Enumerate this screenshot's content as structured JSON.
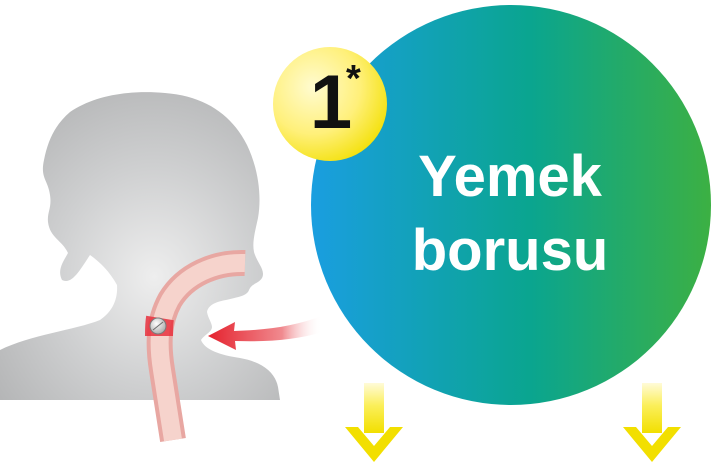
{
  "badge": {
    "number": "1",
    "marker": "*"
  },
  "circle": {
    "title_line1": "Yemek",
    "title_line2": "borusu"
  },
  "icons": [
    "head-silhouette-icon",
    "esophagus-icon",
    "pill-icon",
    "red-arrow-icon",
    "down-arrow-icon"
  ],
  "colors": {
    "circle_gradient_start": "#1a9ee0",
    "circle_gradient_end": "#3cb043",
    "badge_yellow": "#f5e400",
    "silhouette_gray": "#b9babb",
    "arrow_red": "#e5222e",
    "down_arrow_yellow": "#f4e200"
  }
}
